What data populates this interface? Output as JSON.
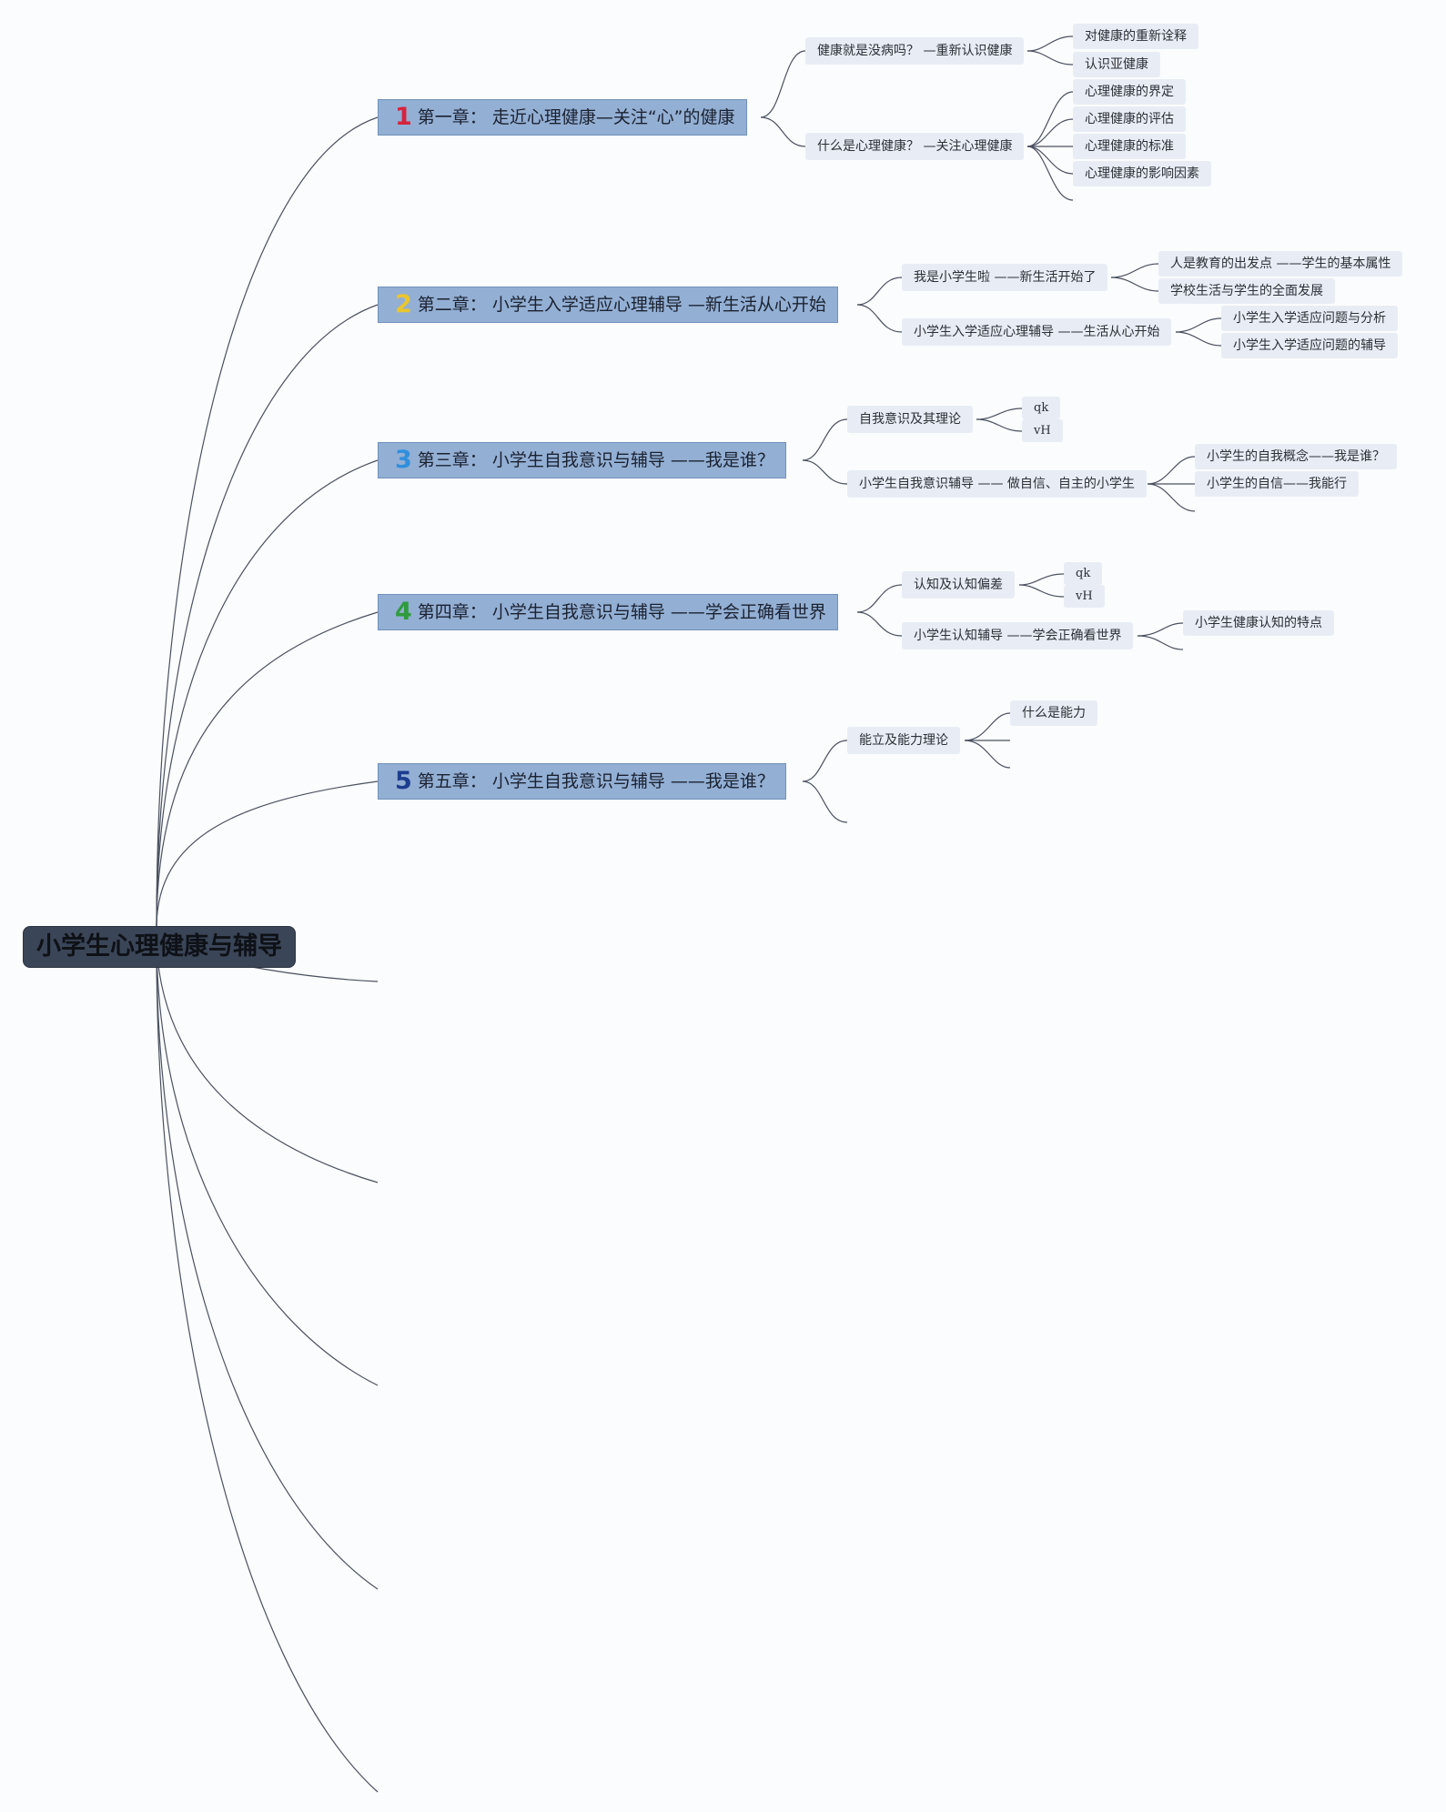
{
  "root": {
    "title": "小学生心理健康与辅导"
  },
  "chapters": [
    {
      "num": "1",
      "num_color": "#d6243e",
      "title": "第一章： 走近心理健康—关注“心”的健康",
      "sections": [
        {
          "label": "健康就是没病吗？ —重新认识健康",
          "items": [
            "对健康的重新诠释",
            "认识亚健康"
          ]
        },
        {
          "label": "什么是心理健康？ —关注心理健康",
          "items": [
            "心理健康的界定",
            "心理健康的评估",
            "心理健康的标准",
            "心理健康的影响因素"
          ]
        }
      ]
    },
    {
      "num": "2",
      "num_color": "#e9c62e",
      "title": "第二章： 小学生入学适应心理辅导 —新生活从心开始",
      "sections": [
        {
          "label": "我是小学生啦 ——新生活开始了",
          "items": [
            "人是教育的出发点 ——学生的基本属性",
            "学校生活与学生的全面发展"
          ]
        },
        {
          "label": "小学生入学适应心理辅导 ——生活从心开始",
          "items": [
            "小学生入学适应问题与分析",
            "小学生入学适应问题的辅导"
          ]
        }
      ]
    },
    {
      "num": "3",
      "num_color": "#2f8fdc",
      "title": "第三章： 小学生自我意识与辅导 ——我是谁？",
      "sections": [
        {
          "label": "自我意识及其理论",
          "items": [
            "qk",
            "vH"
          ]
        },
        {
          "label": "小学生自我意识辅导 —— 做自信、自主的小学生",
          "items": [
            "小学生的自我概念——我是谁？",
            "小学生的自信——我能行"
          ]
        }
      ]
    },
    {
      "num": "4",
      "num_color": "#2f9b3c",
      "title": "第四章： 小学生自我意识与辅导 ——学会正确看世界",
      "sections": [
        {
          "label": "认知及认知偏差",
          "items": [
            "qk",
            "vH"
          ]
        },
        {
          "label": "小学生认知辅导 ——学会正确看世界",
          "items": [
            "小学生健康认知的特点"
          ]
        }
      ]
    },
    {
      "num": "5",
      "num_color": "#1e3d8f",
      "title": "第五章： 小学生自我意识与辅导 ——我是谁？",
      "sections": [
        {
          "label": "能立及能力理论",
          "items": [
            "什么是能力"
          ]
        }
      ]
    }
  ]
}
